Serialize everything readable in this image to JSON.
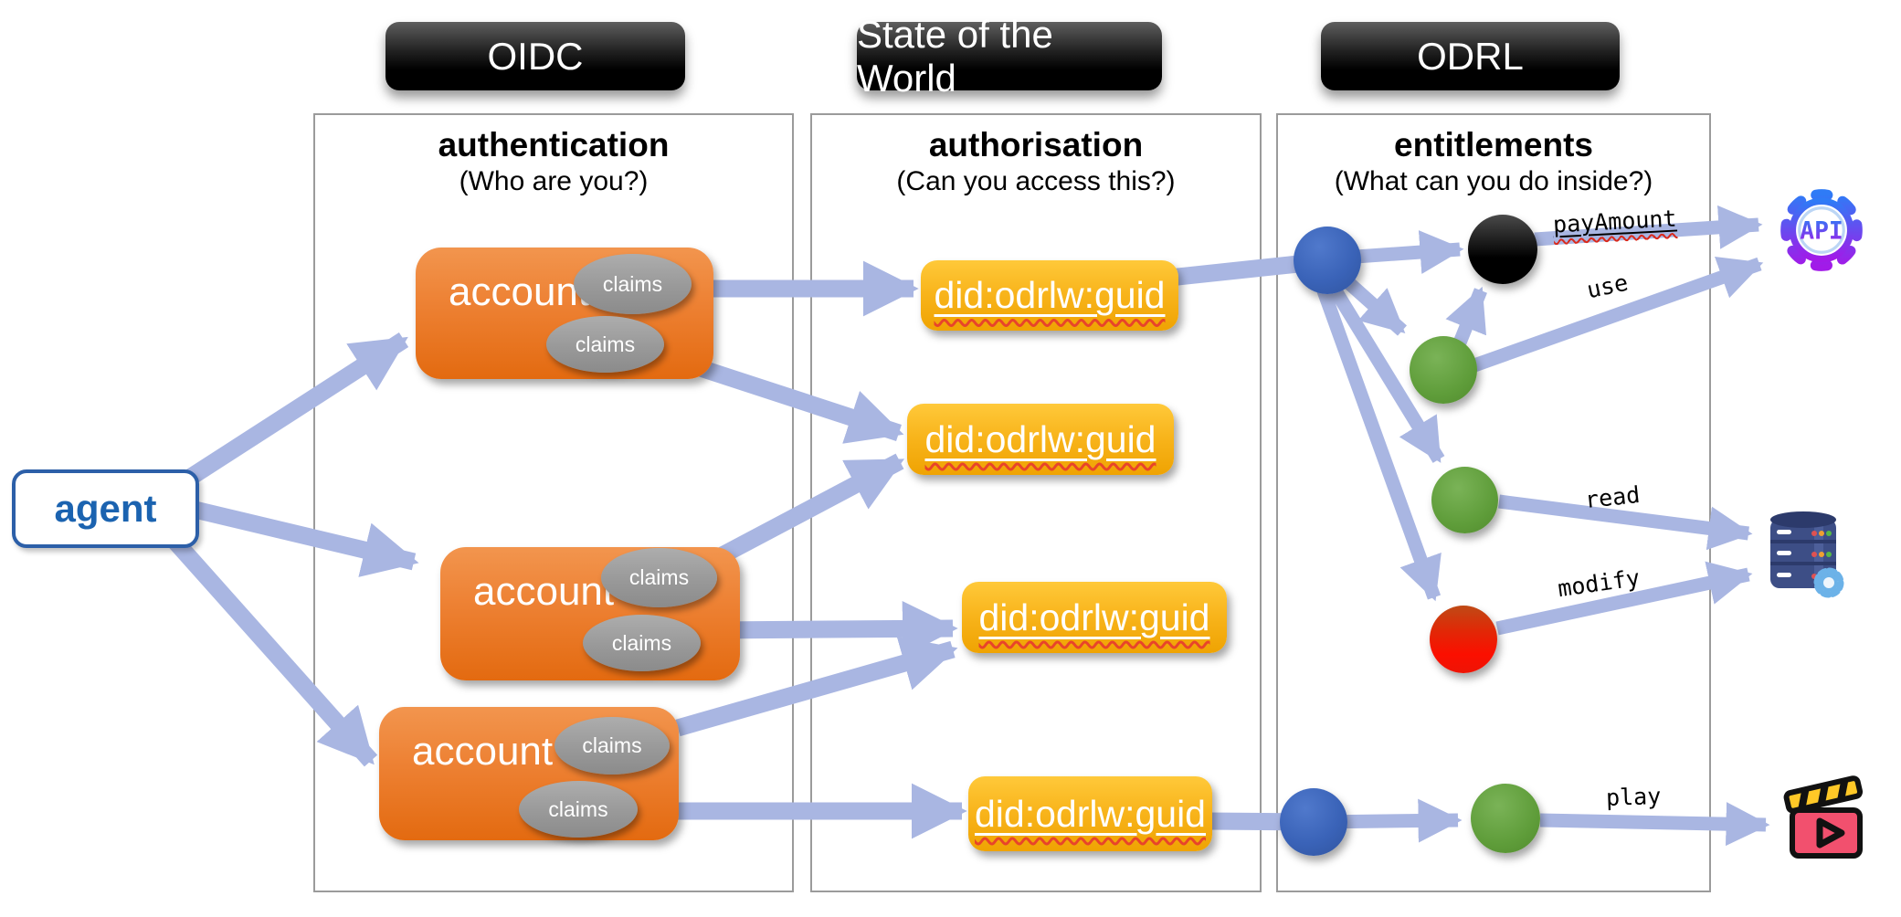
{
  "diagram": {
    "pills": [
      {
        "label": "OIDC"
      },
      {
        "label": "State of the World"
      },
      {
        "label": "ODRL"
      }
    ],
    "columns": [
      {
        "title": "authentication",
        "subtitle": "(Who are you?)"
      },
      {
        "title": "authorisation",
        "subtitle": "(Can you access this?)"
      },
      {
        "title": "entitlements",
        "subtitle": "(What can you do inside?)"
      }
    ],
    "agent": {
      "label": "agent"
    },
    "accounts": [
      {
        "label": "account",
        "claims": [
          {
            "label": "claims"
          },
          {
            "label": "claims"
          }
        ]
      },
      {
        "label": "account",
        "claims": [
          {
            "label": "claims"
          },
          {
            "label": "claims"
          }
        ]
      },
      {
        "label": "account",
        "claims": [
          {
            "label": "claims"
          },
          {
            "label": "claims"
          }
        ]
      }
    ],
    "did_nodes": [
      {
        "label": "did:odrlw:guid"
      },
      {
        "label": "did:odrlw:guid"
      },
      {
        "label": "did:odrlw:guid"
      },
      {
        "label": "did:odrlw:guid"
      }
    ],
    "actions": {
      "pay": "payAmount",
      "use": "use",
      "read": "read",
      "modify": "modify",
      "play": "play"
    },
    "api_icon_label": "API",
    "entitlement_nodes": [
      {
        "name": "blue-node-top",
        "color": "#3a63b8"
      },
      {
        "name": "black-node",
        "color": "#0a0a0a"
      },
      {
        "name": "green-node-1",
        "color": "#5f9d3a"
      },
      {
        "name": "green-node-2",
        "color": "#5f9d3a"
      },
      {
        "name": "red-node",
        "color": "#f41e00"
      },
      {
        "name": "blue-node-bottom",
        "color": "#3a63b8"
      },
      {
        "name": "green-node-3",
        "color": "#5f9d3a"
      }
    ],
    "edges": [
      {
        "from": "agent",
        "to": "account-1"
      },
      {
        "from": "agent",
        "to": "account-2"
      },
      {
        "from": "agent",
        "to": "account-3"
      },
      {
        "from": "account-1-claims-1",
        "to": "did-1"
      },
      {
        "from": "account-1-claims-2",
        "to": "did-2"
      },
      {
        "from": "account-2-claims-1",
        "to": "did-2"
      },
      {
        "from": "account-2-claims-2",
        "to": "did-3"
      },
      {
        "from": "account-3-claims-1",
        "to": "did-3"
      },
      {
        "from": "account-3-claims-2",
        "to": "did-4"
      },
      {
        "from": "did-1",
        "to": "blue-node-top"
      },
      {
        "from": "blue-node-top",
        "to": "black-node"
      },
      {
        "from": "blue-node-top",
        "to": "green-node-1"
      },
      {
        "from": "blue-node-top",
        "to": "green-node-2"
      },
      {
        "from": "blue-node-top",
        "to": "red-node"
      },
      {
        "from": "green-node-1",
        "to": "black-node"
      },
      {
        "from": "black-node",
        "to": "api-icon",
        "label": "payAmount"
      },
      {
        "from": "green-node-1",
        "to": "api-icon",
        "label": "use"
      },
      {
        "from": "green-node-2",
        "to": "database-icon",
        "label": "read"
      },
      {
        "from": "red-node",
        "to": "database-icon",
        "label": "modify"
      },
      {
        "from": "did-4",
        "to": "blue-node-bottom"
      },
      {
        "from": "blue-node-bottom",
        "to": "green-node-3"
      },
      {
        "from": "green-node-3",
        "to": "movie-icon",
        "label": "play"
      }
    ],
    "colors": {
      "arrow": "#a9b6e2",
      "account_fill": "#ed8032",
      "did_fill": "#f8b41b",
      "claims_fill": "#999999",
      "agent_text": "#1b63b0",
      "pill_fill": "#000000"
    }
  }
}
